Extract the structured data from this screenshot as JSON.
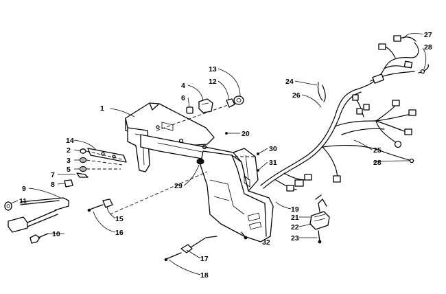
{
  "callouts": [
    {
      "id": "c1",
      "text": "1"
    },
    {
      "id": "c2",
      "text": "2"
    },
    {
      "id": "c3",
      "text": "3"
    },
    {
      "id": "c4",
      "text": "4"
    },
    {
      "id": "c5",
      "text": "5"
    },
    {
      "id": "c6",
      "text": "6"
    },
    {
      "id": "c7",
      "text": "7"
    },
    {
      "id": "c8",
      "text": "8"
    },
    {
      "id": "c9",
      "text": "9"
    },
    {
      "id": "c10",
      "text": "10"
    },
    {
      "id": "c11",
      "text": "11"
    },
    {
      "id": "c12",
      "text": "12"
    },
    {
      "id": "c13",
      "text": "13"
    },
    {
      "id": "c14",
      "text": "14"
    },
    {
      "id": "c15",
      "text": "15"
    },
    {
      "id": "c16",
      "text": "16"
    },
    {
      "id": "c17",
      "text": "17"
    },
    {
      "id": "c18",
      "text": "18"
    },
    {
      "id": "c19",
      "text": "19"
    },
    {
      "id": "c20",
      "text": "20"
    },
    {
      "id": "c21",
      "text": "21"
    },
    {
      "id": "c22",
      "text": "22"
    },
    {
      "id": "c23",
      "text": "23"
    },
    {
      "id": "c24",
      "text": "24"
    },
    {
      "id": "c25",
      "text": "25"
    },
    {
      "id": "c26",
      "text": "26"
    },
    {
      "id": "c27",
      "text": "27"
    },
    {
      "id": "c28a",
      "text": "28"
    },
    {
      "id": "c28b",
      "text": "28"
    },
    {
      "id": "c29",
      "text": "29"
    },
    {
      "id": "c30",
      "text": "30"
    },
    {
      "id": "c31",
      "text": "31"
    },
    {
      "id": "c32",
      "text": "32"
    }
  ]
}
